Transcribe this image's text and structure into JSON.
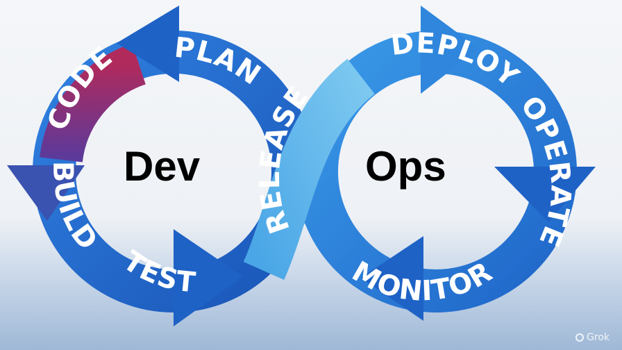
{
  "diagram": {
    "left_title": "Dev",
    "right_title": "Ops",
    "stages": {
      "plan": "PLAN",
      "code": "CODE",
      "build": "BUILD",
      "test": "TEST",
      "release": "RELEASE",
      "deploy": "DEPLOY",
      "operate": "OPERATE",
      "monitor": "MONITOR"
    },
    "colors": {
      "dev_loop": "#2470d6",
      "code_segment": "#9b2a63",
      "ops_loop": "#2a8be0",
      "release_segment": "#5bb2ea",
      "arrow_head": "#1e62c6"
    }
  },
  "watermark": "Grok"
}
